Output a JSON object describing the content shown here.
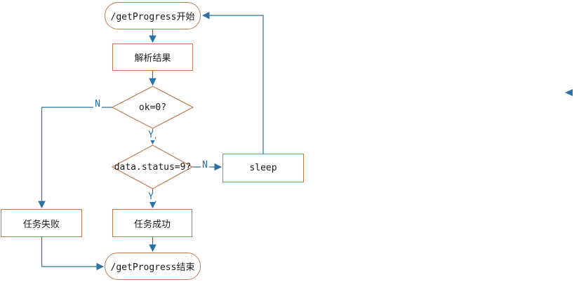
{
  "colors": {
    "node_border": "#be7a4c",
    "connector": "#2a71a5",
    "label_text": "#1a1a1a",
    "background": "#ffffff"
  },
  "nodes": {
    "start": {
      "label": "/getProgress开始",
      "type": "terminator"
    },
    "parse_result": {
      "label": "解析结果",
      "type": "process"
    },
    "decision_ok": {
      "label": "ok=0?",
      "type": "decision"
    },
    "decision_status": {
      "label": "data.status=9?",
      "type": "decision"
    },
    "sleep": {
      "label": "sleep",
      "type": "process"
    },
    "task_failed": {
      "label": "任务失败",
      "type": "process"
    },
    "task_success": {
      "label": "任务成功",
      "type": "process"
    },
    "end": {
      "label": "/getProgress结束",
      "type": "terminator"
    }
  },
  "edge_labels": {
    "ok_no": "N",
    "ok_yes": "Y",
    "status_no": "N",
    "status_yes": "Y"
  }
}
